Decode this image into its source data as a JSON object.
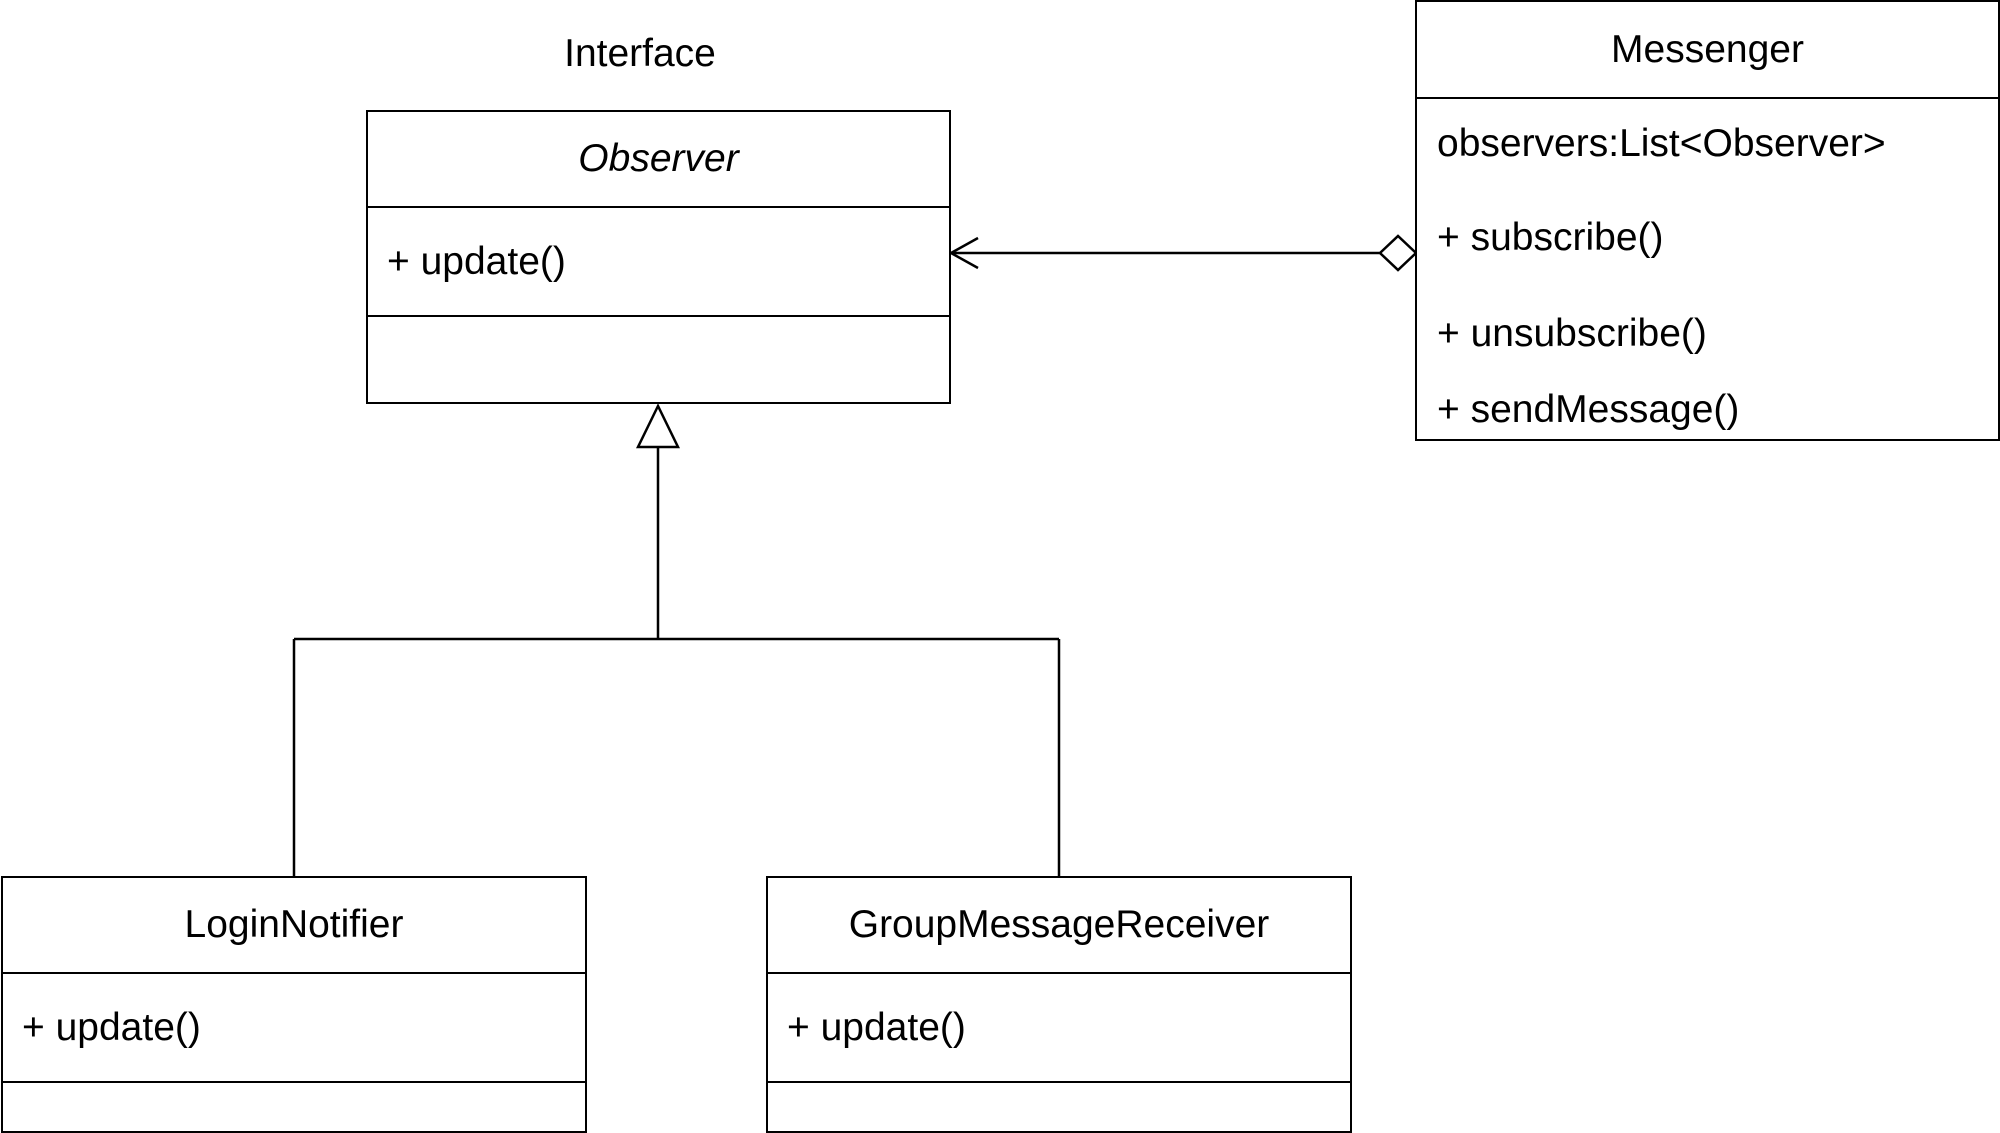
{
  "interface_label": "Interface",
  "classes": {
    "observer": {
      "name": "Observer",
      "methods": [
        "+ update()"
      ]
    },
    "messenger": {
      "name": "Messenger",
      "attributes": [
        "observers:List<Observer>"
      ],
      "methods": [
        "+ subscribe()",
        "+ unsubscribe()",
        "+ sendMessage()"
      ]
    },
    "login_notifier": {
      "name": "LoginNotifier",
      "methods": [
        "+ update()"
      ]
    },
    "group_message_receiver": {
      "name": "GroupMessageReceiver",
      "methods": [
        "+ update()"
      ]
    }
  },
  "relations": [
    {
      "from": "messenger",
      "to": "observer",
      "type": "aggregation"
    },
    {
      "from": "login_notifier",
      "to": "observer",
      "type": "realization"
    },
    {
      "from": "group_message_receiver",
      "to": "observer",
      "type": "realization"
    }
  ]
}
